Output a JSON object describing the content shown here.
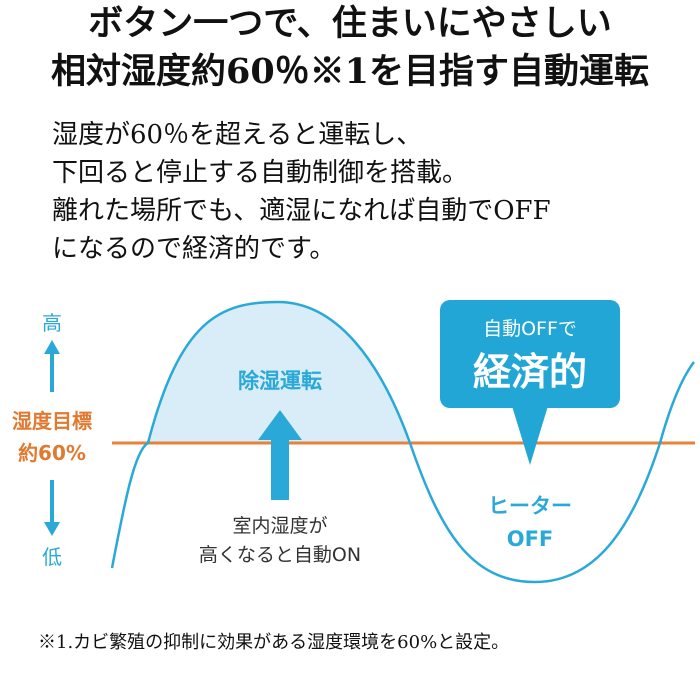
{
  "headline": {
    "line1": "ボタン一つで、住まいにやさしい",
    "line2": "相対湿度約60％※1を目指す自動運転"
  },
  "body": {
    "lines": [
      "湿度が60％を超えると運転し、",
      "下回ると停止する自動制御を搭載。",
      "離れた場所でも、適湿になれば自動でOFF",
      "になるので経済的です。"
    ]
  },
  "diagram": {
    "axis_high": "高",
    "axis_low": "低",
    "target_label_1": "湿度目標",
    "target_label_2": "約60%",
    "dehumid_label": "除湿運転",
    "rise_label_1": "室内湿度が",
    "rise_label_2": "高くなると自動ON",
    "callout_small": "自動OFFで",
    "callout_big": "経済的",
    "heater_label_1": "ヒーター",
    "heater_label_2": "OFF",
    "colors": {
      "curve": "#2aa9d8",
      "fill": "#d8edf8",
      "target_line": "#e8823a",
      "target_text": "#e07a30",
      "axis": "#2aa9d8",
      "callout_bg": "#22a6d6",
      "callout_text": "#ffffff",
      "dark_text": "#333333"
    }
  },
  "footnote": "※1.カビ繁殖の抑制に効果がある湿度環境を60%と設定。"
}
